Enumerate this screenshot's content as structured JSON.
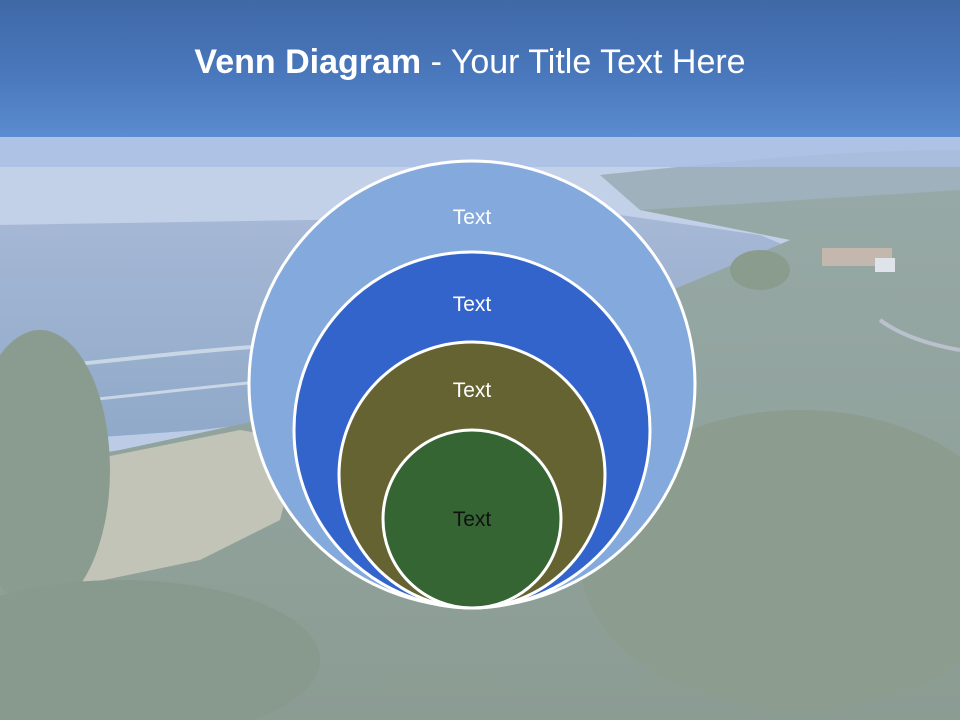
{
  "slide": {
    "title_bold": "Venn Diagram",
    "title_rest": " - Your Title Text Here"
  },
  "colors": {
    "header": "#4a78bd",
    "outer_circle": "#84a9dc",
    "second_circle": "#3264cb",
    "third_circle": "#646331",
    "inner_circle": "#346533",
    "circle_border": "#ffffff"
  },
  "diagram": {
    "circles": [
      {
        "label": "Text",
        "color": "#84a9dc"
      },
      {
        "label": "Text",
        "color": "#3264cb"
      },
      {
        "label": "Text",
        "color": "#646331"
      },
      {
        "label": "Text",
        "color": "#346533"
      }
    ]
  }
}
